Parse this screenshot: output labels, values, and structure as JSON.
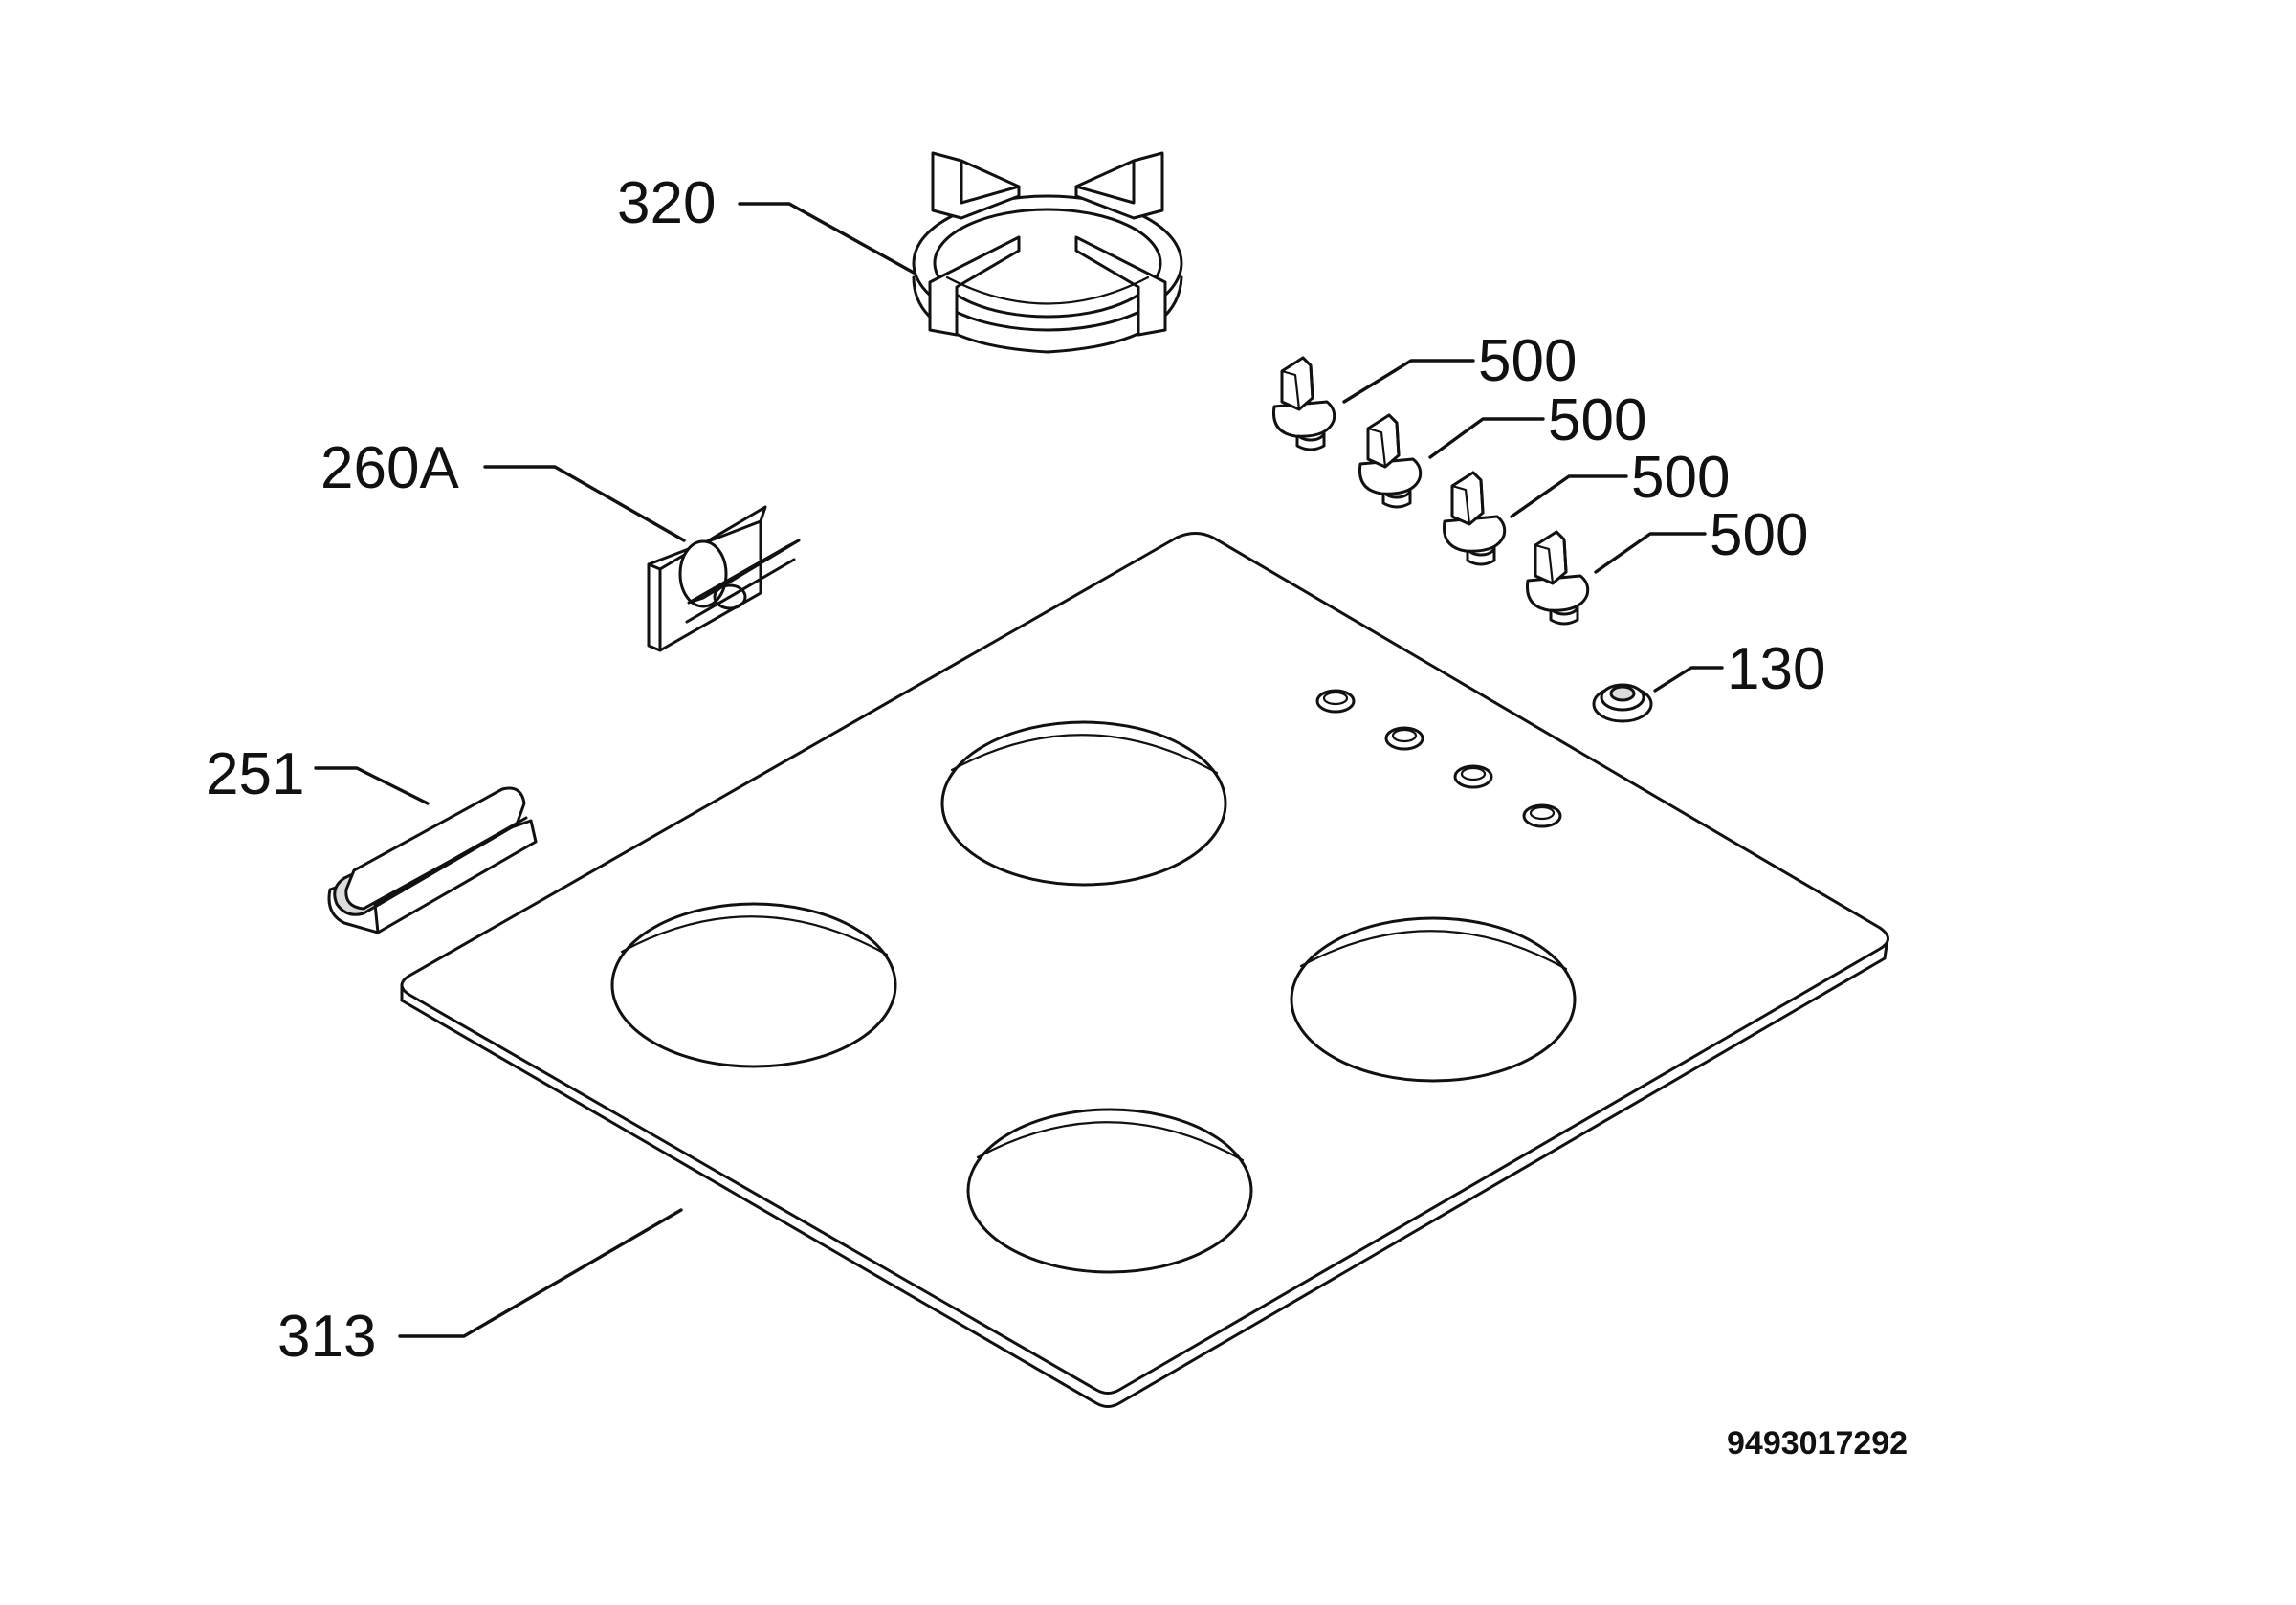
{
  "callouts": {
    "pan_support": "320",
    "control_panel": "260A",
    "clip": "251",
    "knob_1": "500",
    "knob_2": "500",
    "knob_3": "500",
    "knob_4": "500",
    "button": "130",
    "hob_top": "313"
  },
  "drawing_code": "9493017292"
}
